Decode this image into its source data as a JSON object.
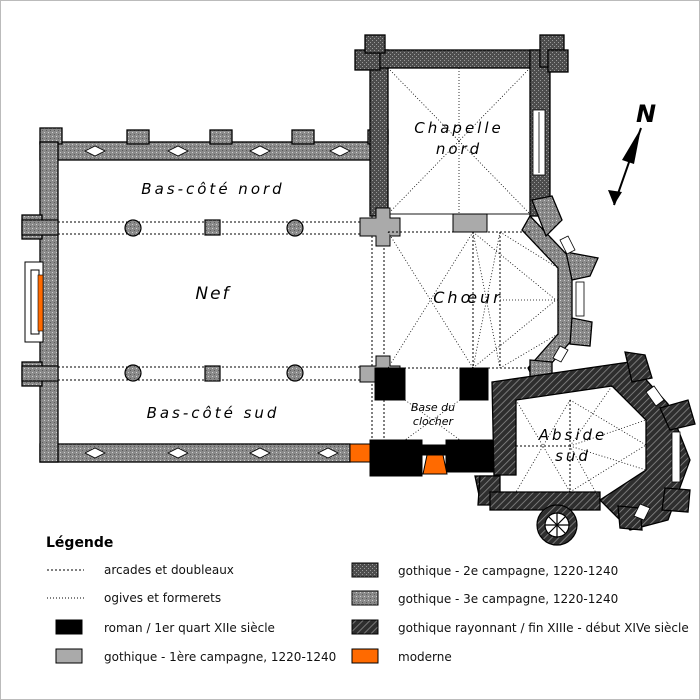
{
  "labels": {
    "chapelle_line1": "Chapelle",
    "chapelle_line2": "nord",
    "bas_cote_nord": "Bas-côté nord",
    "nef": "Nef",
    "choeur": "Chœur",
    "bas_cote_sud": "Bas-côté sud",
    "base_line1": "Base du",
    "base_line2": "clocher",
    "abside_line1": "Abside",
    "abside_line2": "sud",
    "north": "N"
  },
  "legend": {
    "title": "Légende",
    "items": [
      {
        "text": "arcades et doubleaux",
        "kind": "dash"
      },
      {
        "text": "ogives et formerets",
        "kind": "dot"
      },
      {
        "text": "roman / 1er quart XIIe siècle",
        "kind": "roman",
        "color": "#000000"
      },
      {
        "text": "gothique - 1ère campagne, 1220-1240",
        "kind": "g1",
        "color": "#aaaaaa"
      },
      {
        "text": "gothique - 2e campagne, 1220-1240",
        "kind": "g2",
        "color": "#555555"
      },
      {
        "text": "gothique - 3e campagne, 1220-1240",
        "kind": "g3",
        "color": "#8c8c8c"
      },
      {
        "text": "gothique rayonnant / fin XIIIe - début XIVe siècle",
        "kind": "ray",
        "color": "#333333"
      },
      {
        "text": "moderne",
        "kind": "mod",
        "color": "#ff6a00"
      }
    ]
  }
}
